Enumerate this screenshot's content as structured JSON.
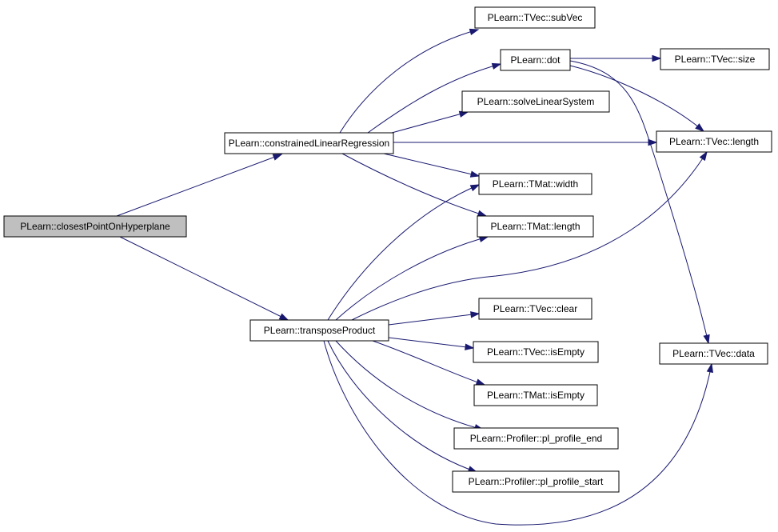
{
  "graph": {
    "edge_color": "#191970",
    "node_fill": "#ffffff",
    "root_fill": "#bfbfbf",
    "nodes": [
      {
        "id": "closestPointOnHyperplane",
        "label": "PLearn::closestPointOnHyperplane",
        "root": true
      },
      {
        "id": "constrainedLinearRegression",
        "label": "PLearn::constrainedLinearRegression"
      },
      {
        "id": "transposeProduct",
        "label": "PLearn::transposeProduct"
      },
      {
        "id": "subVec",
        "label": "PLearn::TVec::subVec"
      },
      {
        "id": "dot",
        "label": "PLearn::dot"
      },
      {
        "id": "solveLinearSystem",
        "label": "PLearn::solveLinearSystem"
      },
      {
        "id": "tmatWidth",
        "label": "PLearn::TMat::width"
      },
      {
        "id": "tmatLength",
        "label": "PLearn::TMat::length"
      },
      {
        "id": "tvecClear",
        "label": "PLearn::TVec::clear"
      },
      {
        "id": "tvecIsEmpty",
        "label": "PLearn::TVec::isEmpty"
      },
      {
        "id": "tmatIsEmpty",
        "label": "PLearn::TMat::isEmpty"
      },
      {
        "id": "profileEnd",
        "label": "PLearn::Profiler::pl_profile_end"
      },
      {
        "id": "profileStart",
        "label": "PLearn::Profiler::pl_profile_start"
      },
      {
        "id": "tvecSize",
        "label": "PLearn::TVec::size"
      },
      {
        "id": "tvecLength",
        "label": "PLearn::TVec::length"
      },
      {
        "id": "tvecData",
        "label": "PLearn::TVec::data"
      }
    ],
    "edges": [
      {
        "from": "closestPointOnHyperplane",
        "to": "constrainedLinearRegression"
      },
      {
        "from": "closestPointOnHyperplane",
        "to": "transposeProduct"
      },
      {
        "from": "constrainedLinearRegression",
        "to": "subVec"
      },
      {
        "from": "constrainedLinearRegression",
        "to": "dot"
      },
      {
        "from": "constrainedLinearRegression",
        "to": "solveLinearSystem"
      },
      {
        "from": "constrainedLinearRegression",
        "to": "tvecLength"
      },
      {
        "from": "constrainedLinearRegression",
        "to": "tmatWidth"
      },
      {
        "from": "constrainedLinearRegression",
        "to": "tmatLength"
      },
      {
        "from": "dot",
        "to": "tvecSize"
      },
      {
        "from": "dot",
        "to": "tvecLength"
      },
      {
        "from": "dot",
        "to": "tvecData"
      },
      {
        "from": "transposeProduct",
        "to": "tmatWidth"
      },
      {
        "from": "transposeProduct",
        "to": "tmatLength"
      },
      {
        "from": "transposeProduct",
        "to": "tvecLength"
      },
      {
        "from": "transposeProduct",
        "to": "tvecClear"
      },
      {
        "from": "transposeProduct",
        "to": "tvecIsEmpty"
      },
      {
        "from": "transposeProduct",
        "to": "tmatIsEmpty"
      },
      {
        "from": "transposeProduct",
        "to": "profileEnd"
      },
      {
        "from": "transposeProduct",
        "to": "profileStart"
      },
      {
        "from": "transposeProduct",
        "to": "tvecData"
      }
    ]
  }
}
